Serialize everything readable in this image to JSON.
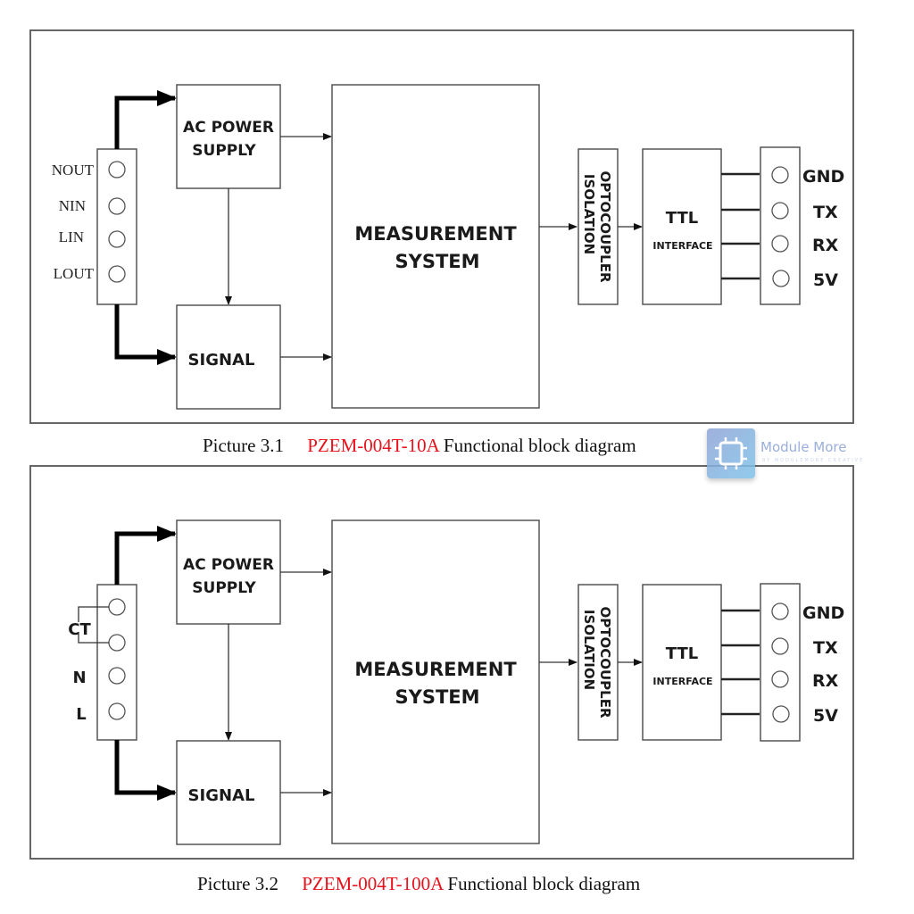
{
  "diagrams": [
    {
      "caption": {
        "prefix": "Picture 3.1",
        "model": "PZEM-004T-10A",
        "suffix": "Functional block diagram"
      },
      "input_terminals": [
        "NOUT",
        "NIN",
        "LIN",
        "LOUT"
      ],
      "blocks": {
        "ac_power_supply": [
          "AC POWER",
          "SUPPLY"
        ],
        "signal": "SIGNAL",
        "measurement": [
          "MEASUREMENT",
          "SYSTEM"
        ],
        "optocoupler": [
          "OPTOCOUPLER",
          "ISOLATION"
        ],
        "ttl": [
          "TTL",
          "INTERFACE"
        ]
      },
      "output_terminals": [
        "GND",
        "TX",
        "RX",
        "5V"
      ]
    },
    {
      "caption": {
        "prefix": "Picture 3.2",
        "model": "PZEM-004T-100A",
        "suffix": "Functional block diagram"
      },
      "input_terminals": [
        "CT",
        "N",
        "L"
      ],
      "blocks": {
        "ac_power_supply": [
          "AC POWER",
          "SUPPLY"
        ],
        "signal": "SIGNAL",
        "measurement": [
          "MEASUREMENT",
          "SYSTEM"
        ],
        "optocoupler": [
          "OPTOCOUPLER",
          "ISOLATION"
        ],
        "ttl": [
          "TTL",
          "INTERFACE"
        ]
      },
      "output_terminals": [
        "GND",
        "TX",
        "RX",
        "5V"
      ]
    }
  ],
  "watermark": {
    "icon": "chip-icon",
    "text": "Module More",
    "subtext": "BY MODULEMORE CREATIVE",
    "colors": {
      "gradient_start": "#8fa3d6",
      "gradient_end": "#7fc3ea"
    }
  },
  "colors": {
    "model_highlight": "#e8121b",
    "line": "#000000"
  }
}
